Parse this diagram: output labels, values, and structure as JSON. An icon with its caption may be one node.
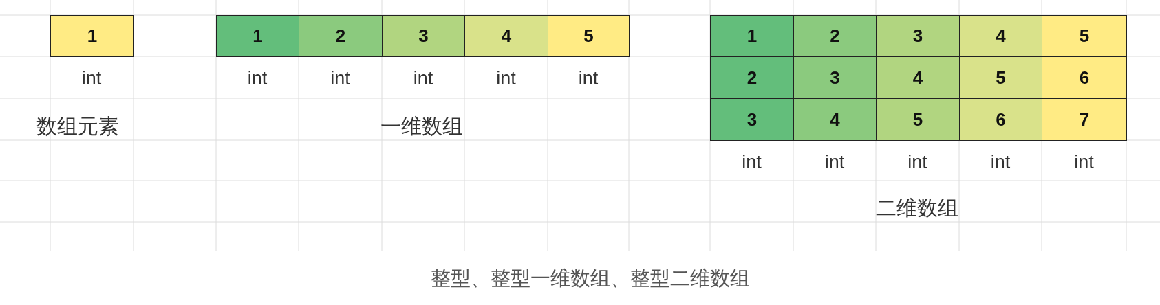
{
  "diagram": {
    "caption": "整型、整型一维数组、整型二维数组",
    "nodes": [
      {
        "text": [
          "1"
        ]
      },
      {
        "text": [
          "1"
        ]
      },
      {
        "text": [
          "2"
        ]
      },
      {
        "text": [
          "3"
        ]
      },
      {
        "text": [
          "4"
        ]
      },
      {
        "text": [
          "5"
        ]
      },
      {
        "text": [
          "1"
        ]
      },
      {
        "text": [
          "2"
        ]
      },
      {
        "text": [
          "3"
        ]
      },
      {
        "text": [
          "4"
        ]
      },
      {
        "text": [
          "5"
        ]
      },
      {
        "text": [
          "2"
        ]
      },
      {
        "text": [
          "3"
        ]
      },
      {
        "text": [
          "4"
        ]
      },
      {
        "text": [
          "5"
        ]
      },
      {
        "text": [
          "6"
        ]
      },
      {
        "text": [
          "3"
        ]
      },
      {
        "text": [
          "4"
        ]
      },
      {
        "text": [
          "5"
        ]
      },
      {
        "text": [
          "6"
        ]
      },
      {
        "text": [
          "7"
        ]
      }
    ],
    "edges": [],
    "labels": [
      "int",
      "int",
      "int",
      "int",
      "int",
      "int",
      "数组元素",
      "一维数组",
      "int",
      "int",
      "int",
      "int",
      "int",
      "二维数组"
    ]
  }
}
